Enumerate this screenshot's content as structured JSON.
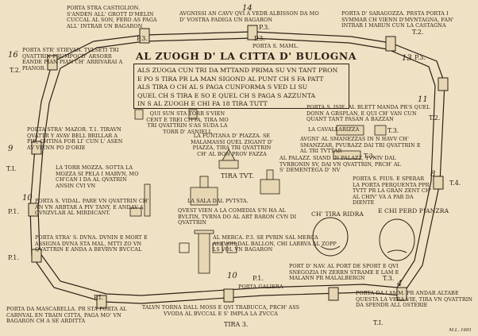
{
  "board": {
    "title": "AL ZUOGH D' LA CITTA D' BULOGNA",
    "rules": [
      "ALS ZUOGA CUN TRI DA MTTAND PRIMA SU VN TANT PRON",
      "E PO S TIRA PR LA MAN SIGOND AL PUNT CH S FA PATT",
      "ALS TIRA O CH AL S PAGA CUNFORMA S VED LI SU",
      "QUEL CH S TIRA E SO E QUEL CH S PAGA S AZZUNTA",
      "IN S AL ZUOGH E CHI FA 18 TIRA TUTT"
    ],
    "artist_credit": "M.L. 1691"
  },
  "spaces": [
    {
      "id": "grotta",
      "number": "",
      "text": "PORTA STRA CASTIGLION. S'ANDEN ALL' GROTT D'MELIN CUCCAL AL SON, FERO AS PAGA ALL' INTRAR UN BAGARON",
      "tag": "P.3."
    },
    {
      "id": "albisson",
      "number": "14",
      "text": "AVGNISSI AN CAVV QVI A VEDR ALBISSON DA MO D' VOSTRA FADIGA UN BAGARON",
      "tag": "P.3."
    },
    {
      "id": "saragozza",
      "number": "",
      "text": "PORTA D' SARAGOZZA. PRSTA PORTA I SVMMAR CH VIENN D'MVNTAGNA, FAN' INTRAR I MARUN CUN LA CASTAGNA",
      "tag": "T.2."
    },
    {
      "id": "stievan",
      "number": "16",
      "text": "PORTA STR' STIEVAN. TVLSETI TRI QVATTRIN PRUMPOCD' ARSORR EANDE PIAN PIAN CH' ARRIVARAI A PIANOR.",
      "tag": "T.2."
    },
    {
      "id": "maml",
      "number": "",
      "text": "PORTA S. MAML.",
      "tag": "P.3."
    },
    {
      "id": "porta13",
      "number": "13",
      "text": "",
      "tag": "P.3."
    },
    {
      "id": "torre",
      "number": "",
      "text": "QUI SUN STA TORR S'VIEN CENT E TREI CITTA, TIRA MO TRI QVATTRIN S'AS SUDA LA TORR D' ASNIELL",
      "tag": ""
    },
    {
      "id": "isaia",
      "number": "11",
      "text": "PORTA S. ISIE. AL BLETT MANDA PR'S QUEL DONN A GRSPLAN, E QUI CH' VAN CUN QUANT TANT PASAN A BAZZAN",
      "tag": "T.2."
    },
    {
      "id": "mazor",
      "number": "9",
      "text": "PORTA STRA' MAZOR. T.1. TIRAVN QVATTR Y AVAV BELL BRILLAR A PIE, CHTINA FOR LI' CUN L' ASEN AV VIENN PO D'ORIE",
      "tag": "T.I."
    },
    {
      "id": "fontana",
      "number": "",
      "text": "LA FUNTANA D' PIAZZA. SE MALAMASSI QUEL ZIGANT D' PIAZZA, TIRA TRI QVATTRIN CH' AL BON PROV FAZZA",
      "tag": ""
    },
    {
      "id": "cavallerizza",
      "number": "",
      "text": "LA CAVALLARIZZA",
      "tag": "T.3."
    },
    {
      "id": "sminzar",
      "number": "",
      "text": "AVGNI' AL SMANEZZAS IN N HAVV CH' SMANZZAR, PVURAZZ DAI TRI QVATTRIN E AL TRI TVTTAR",
      "tag": "T.3."
    },
    {
      "id": "torremozza",
      "number": "",
      "text": "LA TORR MOZZA. SOTTA LA MOZZA SI PELA I MARVN, MO CH'CAN I DA AL QVATRIN ANSIN CVI VN",
      "tag": ""
    },
    {
      "id": "tiratutt",
      "number": "",
      "text": "TIRA TVT.",
      "tag": ""
    },
    {
      "id": "palazz",
      "number": "",
      "text": "AL PALAZZ. SIAND IN PALAZZ, TVNIV DAL TVRRONIN SV, DAI VN QVATTRIN, PRCH' AL S' DEMENTEGA D' NV",
      "tag": ""
    },
    {
      "id": "fius",
      "number": "8",
      "text": "PORTA S. FIUS. E SPERAR LA PORTA PERQUENTA PPR TVTT PR LA GRAN ZENT CH' AL CHIV' VA A PAR DA DIENTE",
      "tag": "T.4."
    },
    {
      "id": "vidal",
      "number": "10",
      "text": "PORTA S. VIDAL. PARE VN QVATTRIN CH' AN VN ARBTAR A PIV TANY, E ANDAV A CVNZVLAR AL MIRDICANT.",
      "tag": "P.1."
    },
    {
      "id": "sala",
      "number": "",
      "text": "LA SALA DAL PVTSTA.",
      "tag": ""
    },
    {
      "id": "comedia",
      "number": "",
      "text": "QVEST VIEN A LA COMEDIA S'N HA AL BVLTIN, TVRNA DO AL ART BARON CVN DI QVATTRIN",
      "tag": ""
    },
    {
      "id": "chi_ride",
      "number": "",
      "text": "CH' TIRA RIDRA",
      "tag": ""
    },
    {
      "id": "chi_piange",
      "number": "",
      "text": "E CHI PERD PIANZRA",
      "tag": ""
    },
    {
      "id": "duna",
      "number": "",
      "text": "PORTA STRA' S. DVNA. DVNIN E MORT E ASSIGNA DVNA STA MAL, MTTI ZO VN QVATTRIN E ANDA A BEVRVN BVCCAL",
      "tag": "P.1."
    },
    {
      "id": "merca",
      "number": "",
      "text": "AL MERCA. P.3. SE PVRIN SAL MERCA ALZVGH DAL BALLON, CHI LABRVA AL ZOPP LS VOL VN BAGARON",
      "tag": "P.3."
    },
    {
      "id": "galiera",
      "number": "10",
      "text": "PORTA GALIERA",
      "tag": "P.1."
    },
    {
      "id": "portnav",
      "number": "",
      "text": "PORT D' NAV. AL PORT DE SPORT E QVI SNEGOZIA IN ZERRN STRAME E LAM E MALANN PR MALALBERGN",
      "tag": "T.3."
    },
    {
      "id": "mascarella",
      "number": "",
      "text": "PORTA DA MASCARELLA. PR STA PORTA AL CARNVAL EN TRAIN CITTA, PAGA MO' VN BAGARON CH A SE ARDITTA",
      "tag": "P.I."
    },
    {
      "id": "trabuca",
      "number": "",
      "text": "TALVN TORNA DALL MOSS E QVI TRABUCCA, PRCH' ASS VVODA AL BVCCAL E S' IMPLA LA ZVCCA",
      "tag": "TIRA 3."
    },
    {
      "id": "lamm",
      "number": "4",
      "text": "PORTA DA LAMM. PR ANDAR ALTABE QUESTA LA VERA VIE, TIRA VN QVATTRIN DA SPENDR ALL OSTERIE",
      "tag": "T.I."
    }
  ],
  "colors": {
    "paper": "#efe2c4",
    "ink": "#2b2117"
  }
}
